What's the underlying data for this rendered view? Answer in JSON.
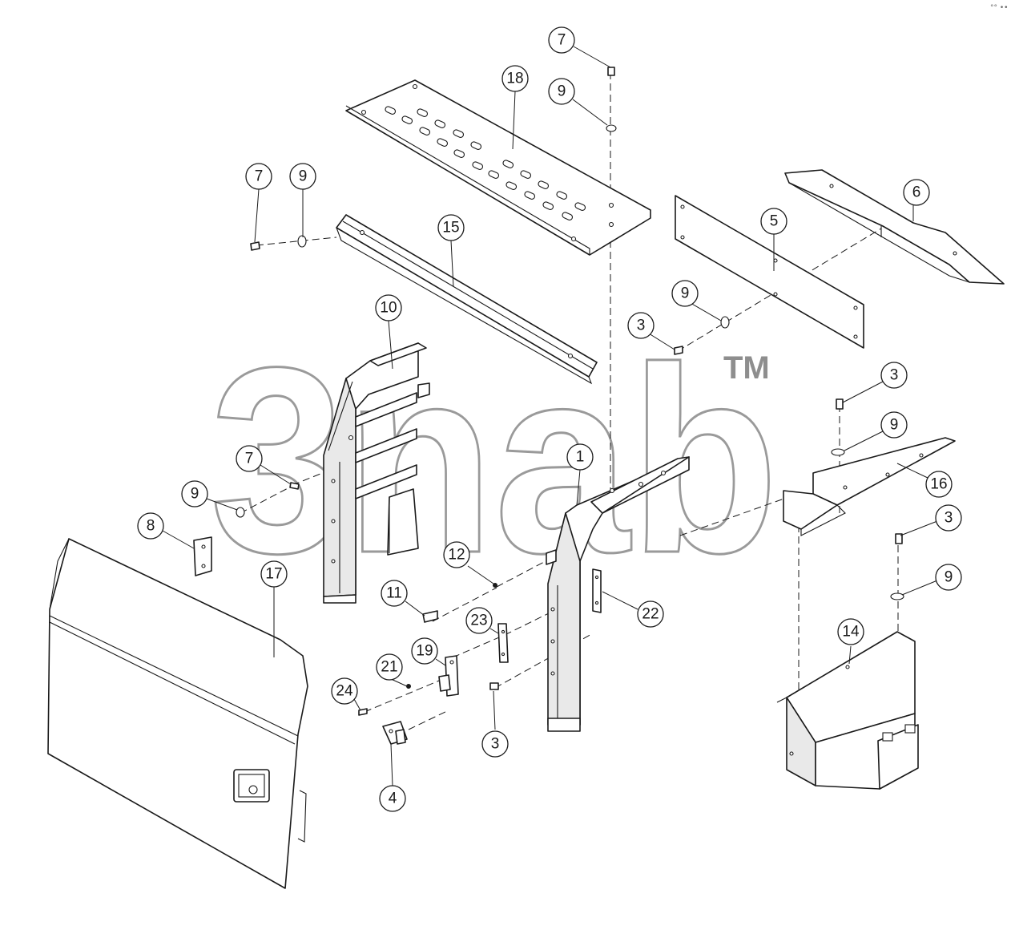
{
  "watermark": {
    "text": "3nab",
    "trademark": "TM"
  },
  "corner_mark": "°° ••",
  "callouts": [
    "7",
    "18",
    "9",
    "7",
    "9",
    "15",
    "6",
    "5",
    "9",
    "3",
    "10",
    "1",
    "3",
    "9",
    "16",
    "7",
    "9",
    "8",
    "17",
    "12",
    "11",
    "23",
    "22",
    "19",
    "21",
    "24",
    "3",
    "4",
    "3",
    "9",
    "14"
  ]
}
